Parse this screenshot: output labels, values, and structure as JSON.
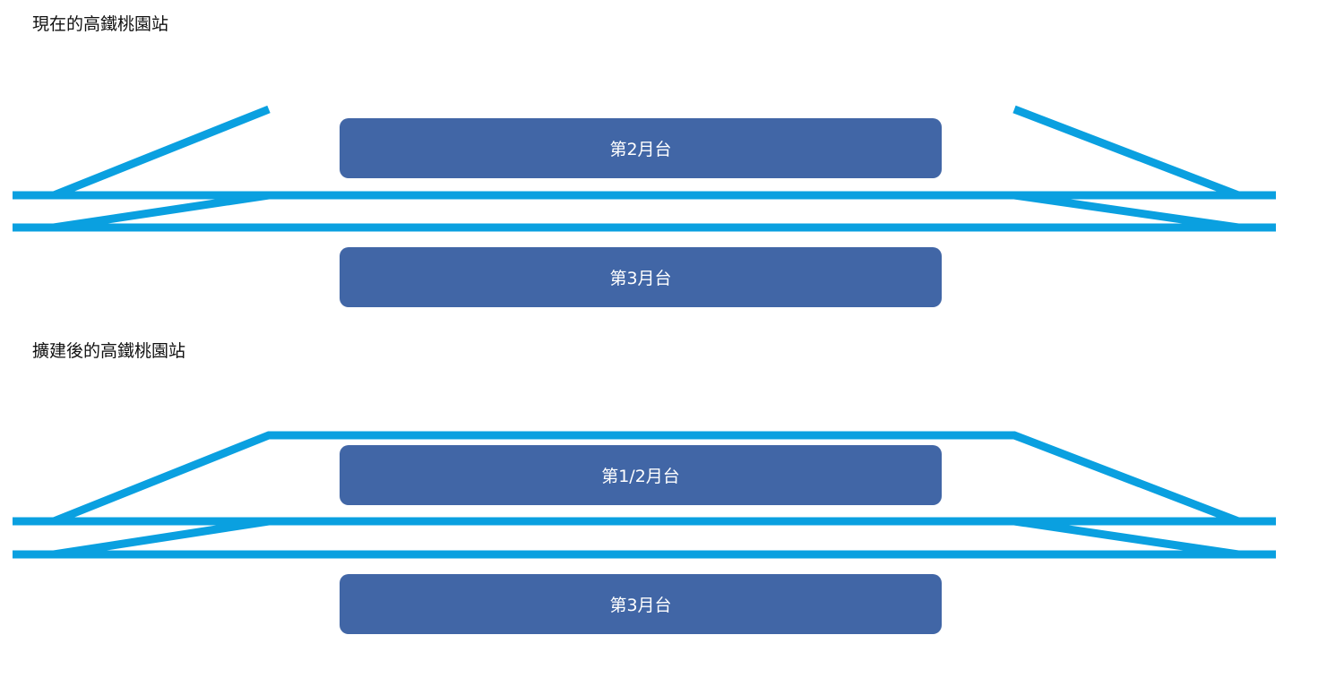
{
  "current": {
    "title": "現在的高鐵桃園站",
    "platforms": [
      "第2月台",
      "第3月台"
    ]
  },
  "expanded": {
    "title": "擴建後的高鐵桃園站",
    "platforms": [
      "第1/2月台",
      "第3月台"
    ]
  },
  "colors": {
    "track": "#0aa0e0",
    "platform": "#4166a6"
  }
}
